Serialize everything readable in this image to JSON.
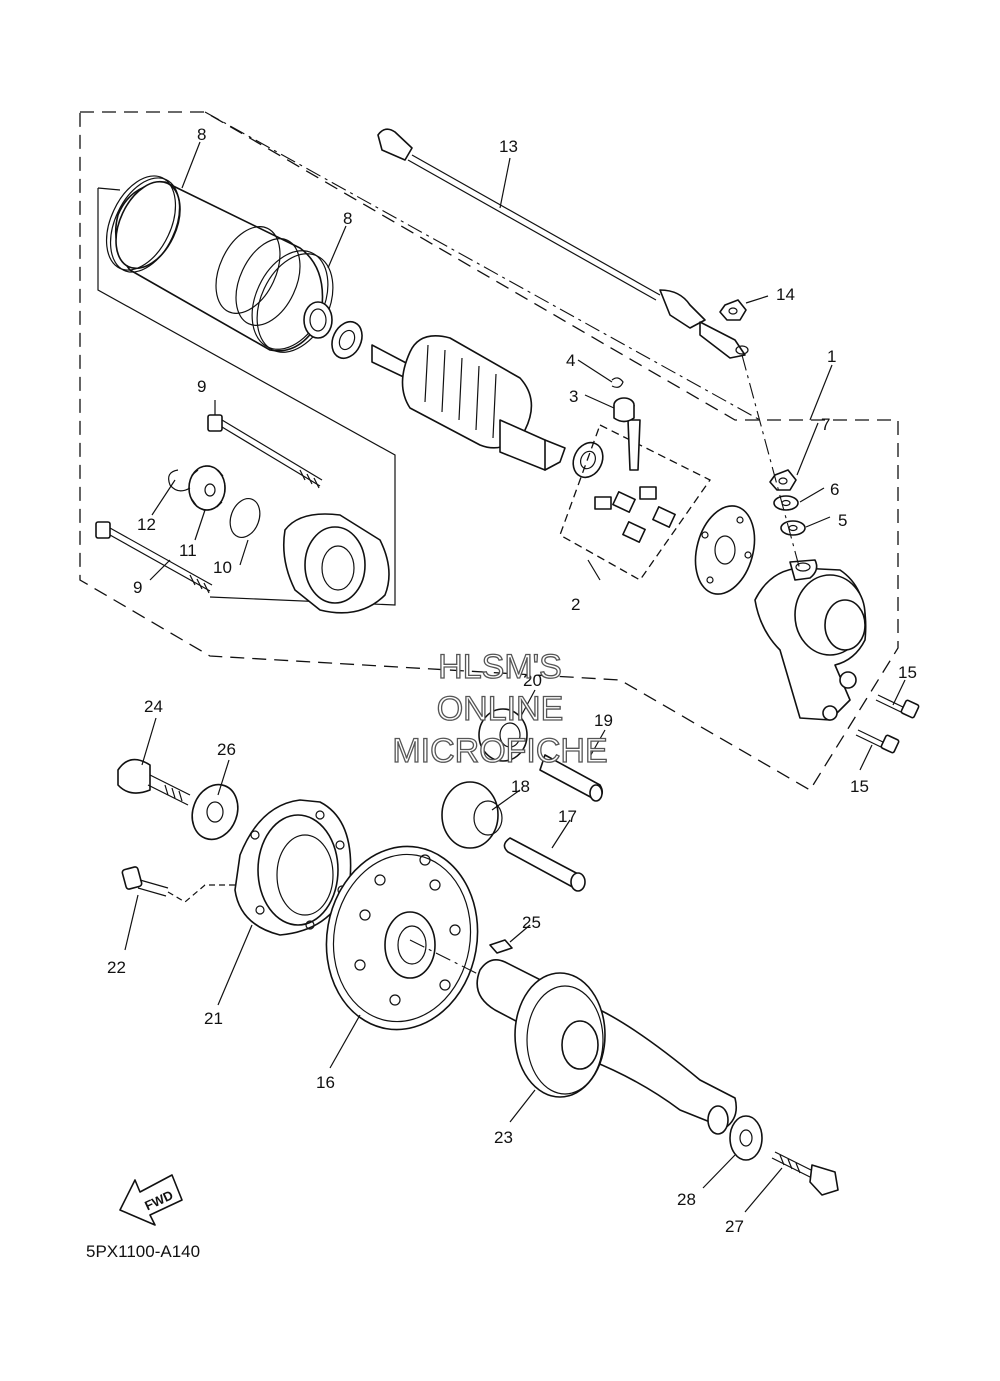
{
  "diagram": {
    "part_number_code": "5PX1100-A140",
    "direction_badge": "FWD",
    "watermark": [
      "HLSM'S",
      "ONLINE",
      "MICROFICHE"
    ],
    "callouts": [
      "1",
      "2",
      "3",
      "4",
      "5",
      "6",
      "7",
      "8",
      "8",
      "9",
      "9",
      "10",
      "11",
      "12",
      "13",
      "14",
      "15",
      "15",
      "16",
      "17",
      "18",
      "19",
      "20",
      "21",
      "22",
      "23",
      "24",
      "25",
      "26",
      "27",
      "28"
    ]
  },
  "colors": {
    "ink": "#111111",
    "background": "#ffffff",
    "watermark_outline": "#555555"
  }
}
